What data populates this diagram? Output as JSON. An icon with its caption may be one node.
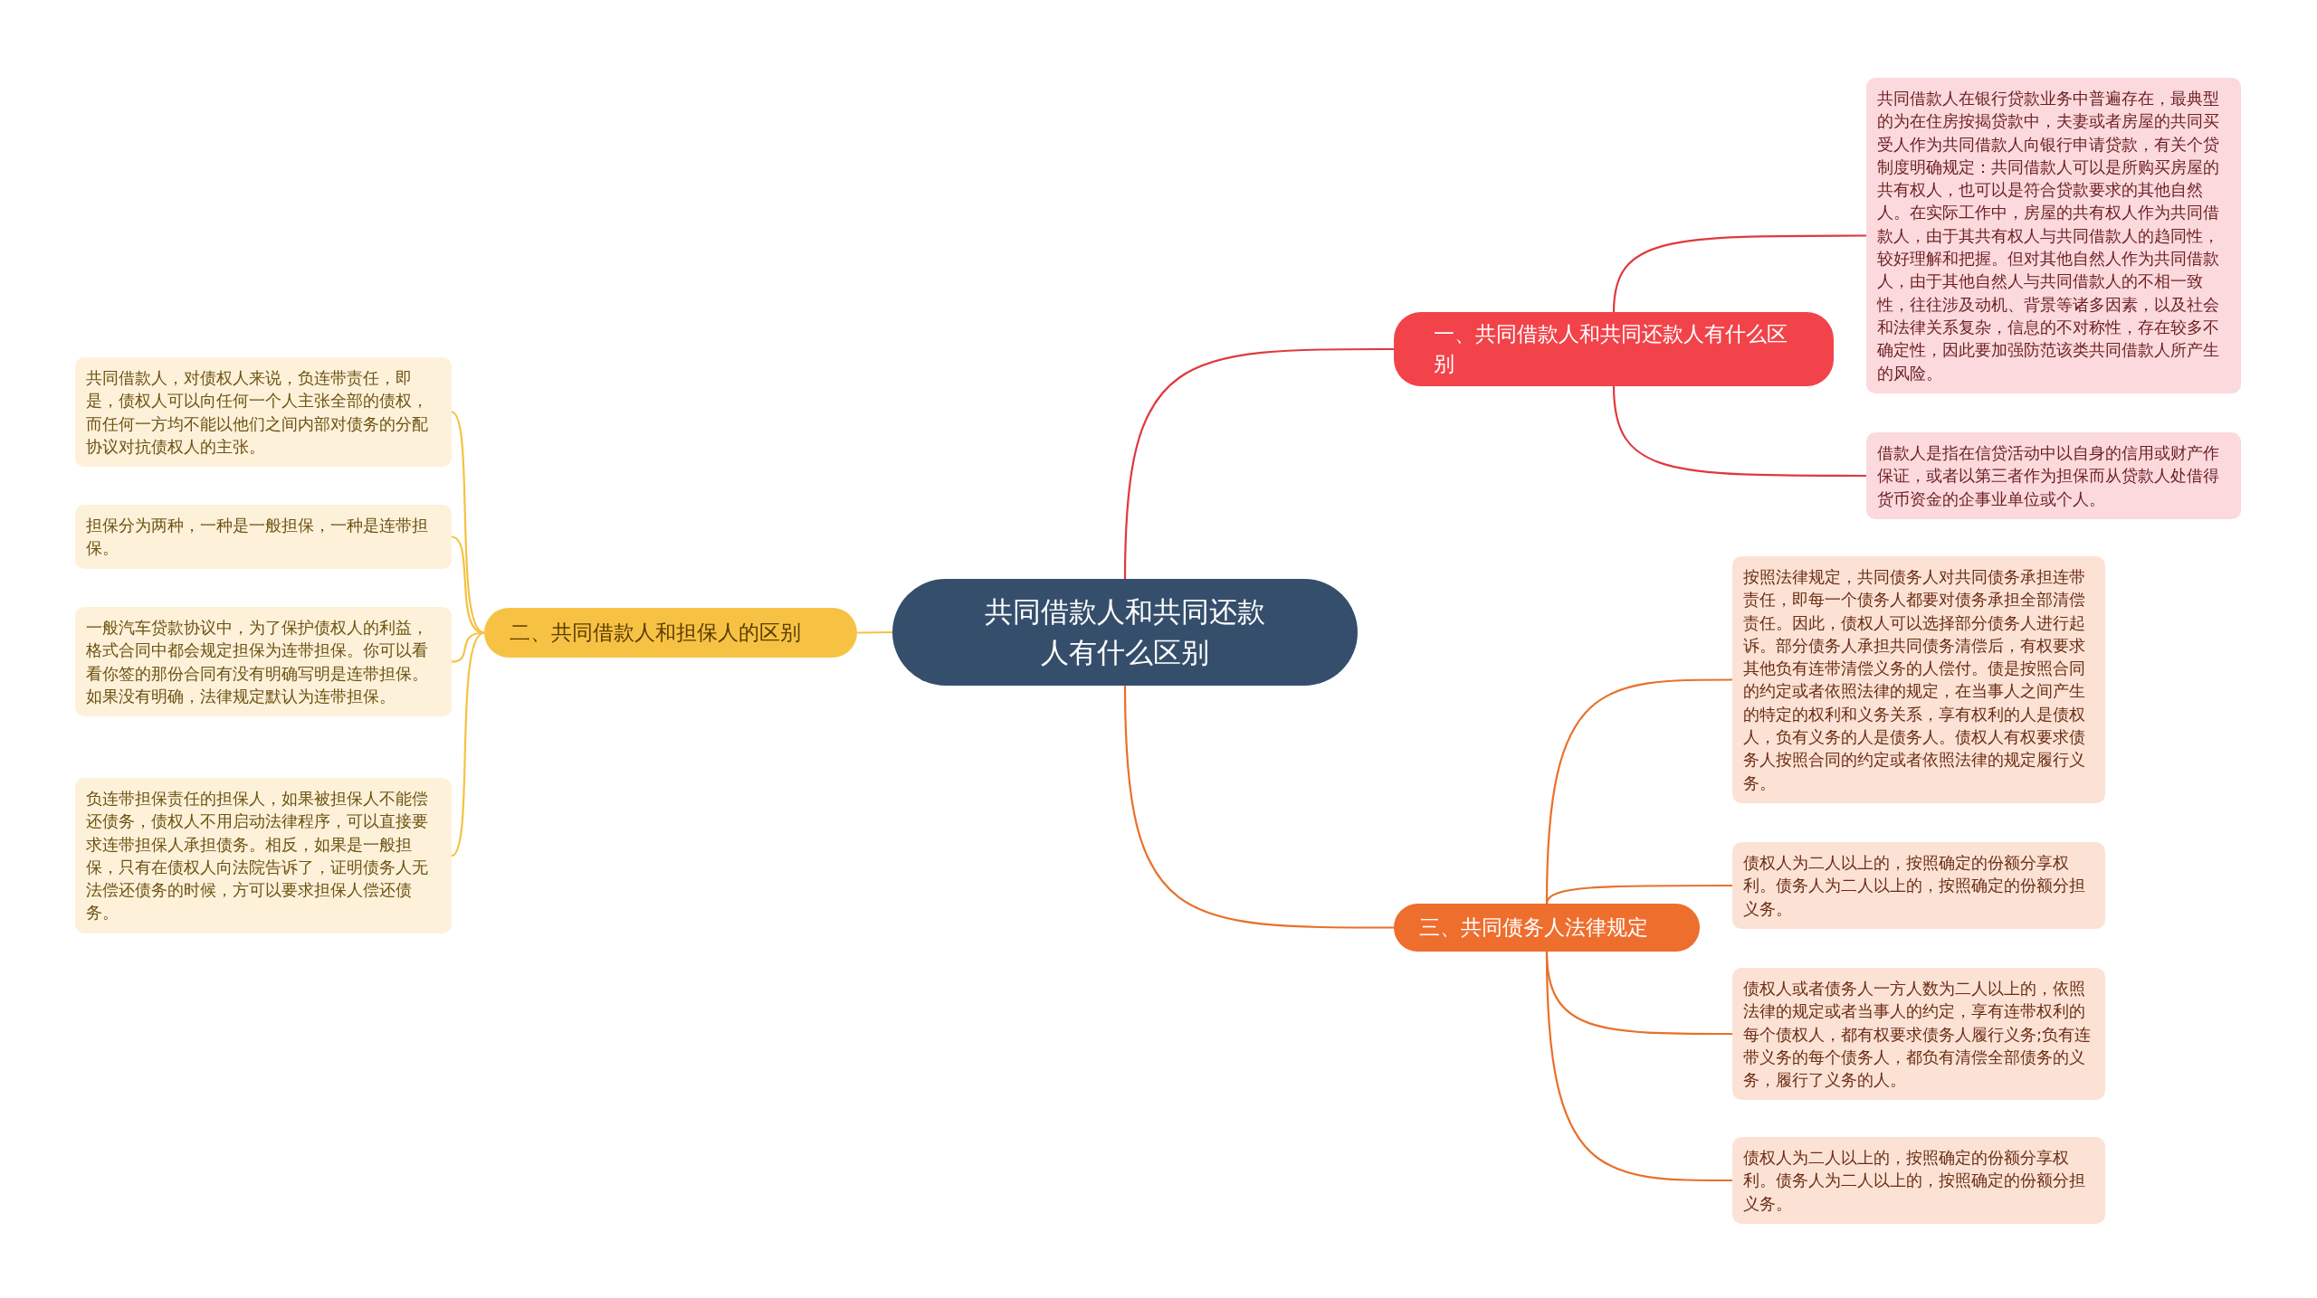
{
  "diagram": {
    "nodes": [
      {
        "text": [
          "共同借款人和共同还款人有什么区别"
        ]
      },
      {
        "text": [
          "一、共同借款人和共同还款人有什么区别"
        ]
      },
      {
        "text": [
          "共同借款人在银行贷款业务中普遍存在，最典型的为在住房按揭贷款中，夫妻或者房屋的共同买受人作为共同借款人向银行申请贷款，有关个贷制度明确规定：共同借款人可以是所购买房屋的共有权人，也可以是符合贷款要求的其他自然人。在实际工作中，房屋的共有权人作为共同借款人，由于其共有权人与共同借款人的趋同性，较好理解和把握。但对其他自然人作为共同借款人，由于其他自然人与共同借款人的不相一致性，往往涉及动机、背景等诸多因素，以及社会和法律关系复杂，信息的不对称性，存在较多不确定性，因此要加强防范该类共同借款人所产生的风险。"
        ]
      },
      {
        "text": [
          "借款人是指在信贷活动中以自身的信用或财产作保证，或者以第三者作为担保而从贷款人处借得货币资金的企事业单位或个人。"
        ]
      },
      {
        "text": [
          "二、共同借款人和担保人的区别"
        ]
      },
      {
        "text": [
          "共同借款人，对债权人来说，负连带责任，即是，债权人可以向任何一个人主张全部的债权，而任何一方均不能以他们之间内部对债务的分配协议对抗债权人的主张。"
        ]
      },
      {
        "text": [
          "担保分为两种，一种是一般担保，一种是连带担保。"
        ]
      },
      {
        "text": [
          "一般汽车贷款协议中，为了保护债权人的利益，格式合同中都会规定担保为连带担保。你可以看看你签的那份合同有没有明确写明是连带担保。如果没有明确，法律规定默认为连带担保。"
        ]
      },
      {
        "text": [
          "负连带担保责任的担保人，如果被担保人不能偿还债务，债权人不用启动法律程序，可以直接要求连带担保人承担债务。相反，如果是一般担保，只有在债权人向法院告诉了，证明债务人无法偿还债务的时候，方可以要求担保人偿还债务。"
        ]
      },
      {
        "text": [
          "三、共同债务人法律规定"
        ]
      },
      {
        "text": [
          "按照法律规定，共同债务人对共同债务承担连带责任，即每一个债务人都要对债务承担全部清偿责任。因此，债权人可以选择部分债务人进行起诉。部分债务人承担共同债务清偿后，有权要求其他负有连带清偿义务的人偿付。债是按照合同的约定或者依照法律的规定，在当事人之间产生的特定的权利和义务关系，享有权利的人是债权人，负有义务的人是债务人。债权人有权要求债务人按照合同的约定或者依照法律的规定履行义务。"
        ]
      },
      {
        "text": [
          "债权人为二人以上的，按照确定的份额分享权利。债务人为二人以上的，按照确定的份额分担义务。"
        ]
      },
      {
        "text": [
          "债权人或者债务人一方人数为二人以上的，依照法律的规定或者当事人的约定，享有连带权利的每个债权人，都有权要求债务人履行义务;负有连带义务的每个债务人，都负有清偿全部债务的义务，履行了义务的人。"
        ]
      },
      {
        "text": [
          "债权人为二人以上的，按照确定的份额分享权利。债务人为二人以上的，按照确定的份额分担义务。"
        ]
      }
    ],
    "edges": [
      {
        "from": 0,
        "to": 1,
        "arrow": "none",
        "color": "#e0393c"
      },
      {
        "from": 1,
        "to": 2,
        "arrow": "none",
        "color": "#e0393c"
      },
      {
        "from": 1,
        "to": 3,
        "arrow": "none",
        "color": "#e0393c"
      },
      {
        "from": 0,
        "to": 4,
        "arrow": "none",
        "color": "#f5c243"
      },
      {
        "from": 4,
        "to": 5,
        "arrow": "none",
        "color": "#f5c243"
      },
      {
        "from": 4,
        "to": 6,
        "arrow": "none",
        "color": "#f5c243"
      },
      {
        "from": 4,
        "to": 7,
        "arrow": "none",
        "color": "#f5c243"
      },
      {
        "from": 4,
        "to": 8,
        "arrow": "none",
        "color": "#f5c243"
      },
      {
        "from": 0,
        "to": 9,
        "arrow": "none",
        "color": "#e8702a"
      },
      {
        "from": 9,
        "to": 10,
        "arrow": "none",
        "color": "#e8702a"
      },
      {
        "from": 9,
        "to": 11,
        "arrow": "none",
        "color": "#e8702a"
      },
      {
        "from": 9,
        "to": 12,
        "arrow": "none",
        "color": "#e8702a"
      },
      {
        "from": 9,
        "to": 13,
        "arrow": "none",
        "color": "#e8702a"
      }
    ]
  }
}
